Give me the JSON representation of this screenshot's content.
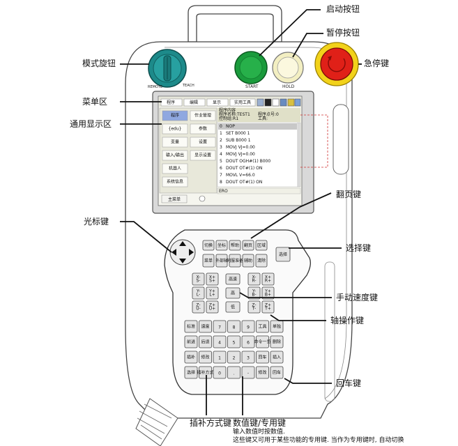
{
  "callouts": {
    "start_button": "启动按钮",
    "hold_button": "暂停按钮",
    "mode_knob": "模式旋钮",
    "estop": "急停键",
    "menu_area": "菜单区",
    "general_display": "通用显示区",
    "page_key": "翻页键",
    "cursor_key": "光标键",
    "select_key": "选择键",
    "jog_speed_key": "手动速度键",
    "axis_keys": "轴操作键",
    "enter_key": "回车键",
    "interp_key": "插补方式键",
    "numeric_key": "数值键/专用键",
    "numeric_note_1": "输入数值时按数值.",
    "numeric_note_2": "这些键又可用于某些功能的专用键. 当作为专用键时, 自动切换"
  },
  "pendant": {
    "mode_labels": [
      "REMOTE",
      "TEACH"
    ],
    "start_label": "START",
    "hold_label": "HOLD"
  },
  "screen": {
    "menu_tabs": [
      "程序",
      "编辑",
      "显示",
      "实用工具"
    ],
    "left_menu": [
      [
        "程序",
        "作业管理"
      ],
      [
        "{edu}",
        "参数"
      ],
      [
        "变量",
        "设置"
      ],
      [
        "输入/输出",
        "显示设置"
      ],
      [
        "机器人",
        ""
      ],
      [
        "系统信息",
        ""
      ]
    ],
    "left_bottom": "主菜单",
    "job_header": [
      "程序内容",
      "程序名称:TEST1",
      "控制组:R1",
      "程序点号:0",
      "工具:"
    ],
    "job_lines": [
      {
        "n": "0",
        "t": "NOP"
      },
      {
        "n": "1",
        "t": "SET B000 1"
      },
      {
        "n": "2",
        "t": "SUB B000 1"
      },
      {
        "n": "3",
        "t": "MOVJ VJ=0.00"
      },
      {
        "n": "4",
        "t": "MOVJ VJ=0.00"
      },
      {
        "n": "5",
        "t": "DOUT OGH#(1) B000"
      },
      {
        "n": "6",
        "t": "DOUT OT#(1) ON"
      },
      {
        "n": "7",
        "t": "MOVL V=66.0"
      },
      {
        "n": "8",
        "t": "DOUT OT#(1) ON"
      }
    ],
    "status_text": "ERO"
  },
  "keys": {
    "row1": [
      "切换",
      "坐标",
      "帮助",
      "翻页",
      "区域"
    ],
    "row2": [
      "菜单",
      "外部轴",
      "伺服准备",
      "辅助",
      "清除"
    ],
    "select": "选择",
    "axis_left": [
      "X-\nS-",
      "Y-\nL-",
      "Z-\nU-"
    ],
    "axis_left2": [
      "X+\nS+",
      "Y+\nL+",
      "Z+\nU+"
    ],
    "speed": [
      "高速",
      "高",
      "低"
    ],
    "axis_right": [
      "X-\nR-",
      "Y-\nB-",
      "Z-\nT-"
    ],
    "axis_right2": [
      "X+\nR+",
      "Y+\nB+",
      "Z+\nT+"
    ],
    "num_rows": [
      [
        "标准",
        "速度",
        "7",
        "8",
        "9",
        "工具",
        "单独"
      ],
      [
        "前进",
        "后退",
        "4",
        "5",
        "6",
        "命令一览",
        "删除"
      ],
      [
        "插补",
        "修改",
        "1",
        "2",
        "3",
        "回车",
        "插入"
      ],
      [
        "选择",
        "插补方式",
        "0",
        ".",
        "-",
        "修改",
        "回车"
      ]
    ]
  },
  "colors": {
    "start_green": "#1a9b3c",
    "hold_cream": "#f3efc2",
    "estop_red": "#e02018",
    "estop_yellow": "#f2d21a",
    "mode_teal": "#1d8a8a",
    "pendant_stroke": "#444444"
  }
}
